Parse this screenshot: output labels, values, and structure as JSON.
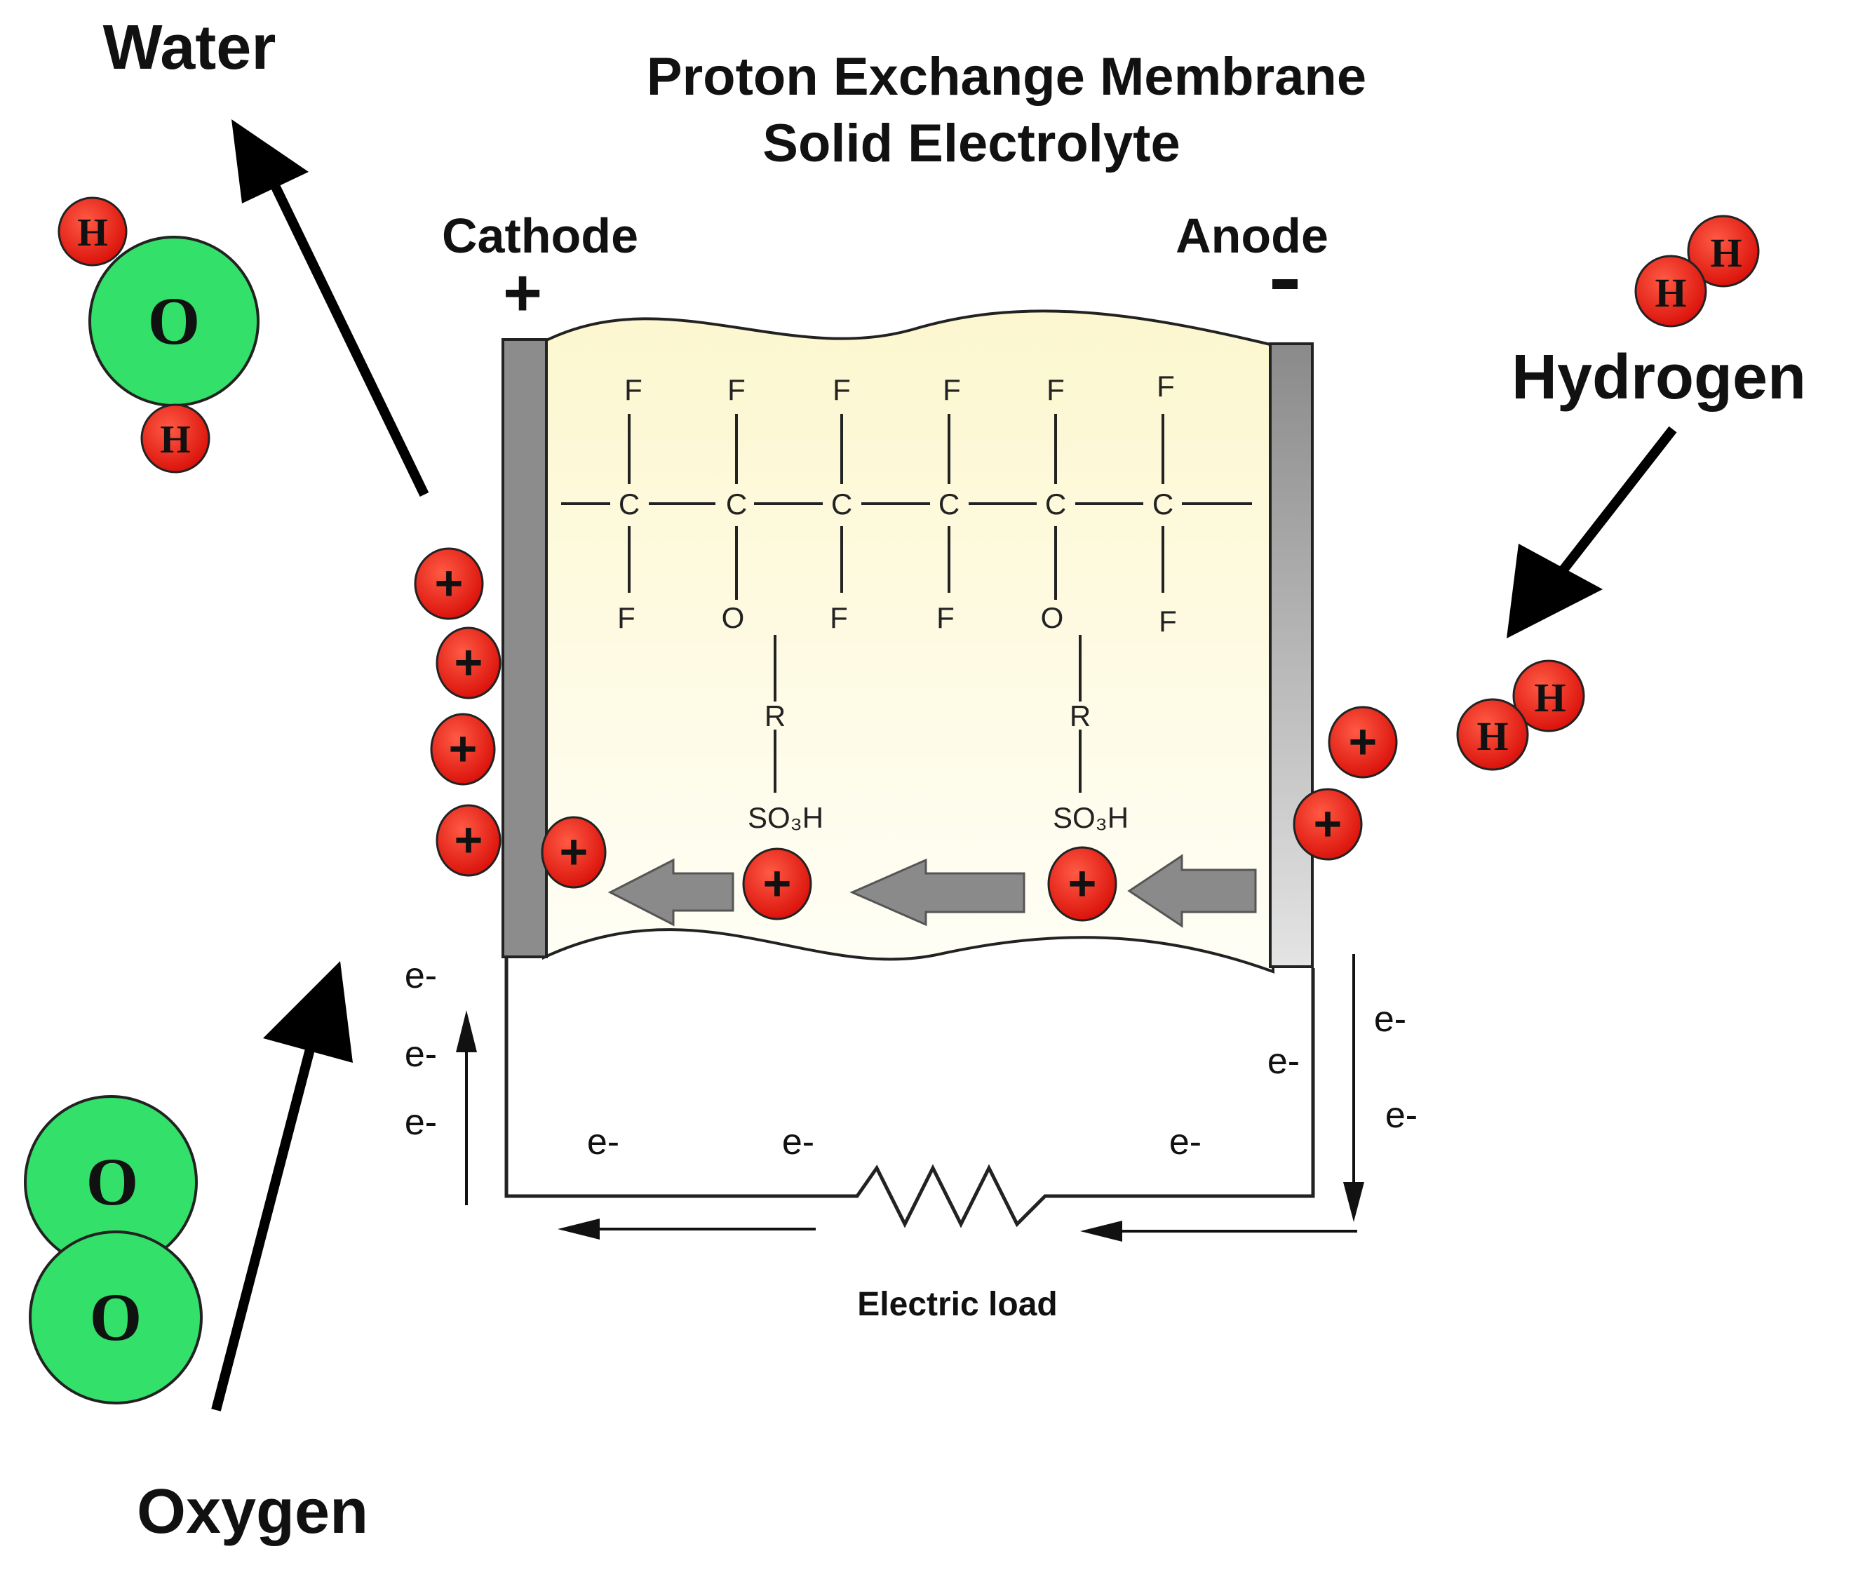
{
  "title": {
    "line1": "Proton Exchange Membrane",
    "line2": "Solid Electrolyte"
  },
  "electrodes": {
    "cathode_label": "Cathode",
    "cathode_sign": "+",
    "anode_label": "Anode",
    "anode_sign": "-"
  },
  "gases": {
    "water": "Water",
    "hydrogen": "Hydrogen",
    "oxygen": "Oxygen"
  },
  "atoms": {
    "hydrogen": "H",
    "oxygen": "O"
  },
  "polymer": {
    "carbon": "C",
    "fluorine": "F",
    "oxygen": "O",
    "r_group": "R",
    "sulfonic": "SO₃H"
  },
  "ion_sign": "+",
  "electron": "e-",
  "circuit": {
    "load_label": "Electric load"
  },
  "colors": {
    "proton_red": "#ee1c12",
    "oxygen_green": "#33e06a",
    "membrane_yellow": "#fdfbe0",
    "electrode_gray": "#8c8c8c",
    "flow_arrow_gray": "#8a8a8a"
  },
  "icons": {
    "reaction_arrows": "arrow-icon",
    "proton_flow": "arrow-left-icon",
    "load": "resistor-icon"
  }
}
